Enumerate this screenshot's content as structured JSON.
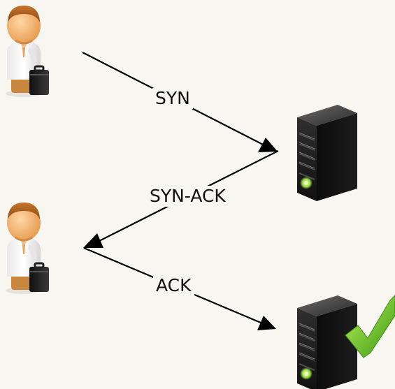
{
  "steps": [
    {
      "label": "SYN"
    },
    {
      "label": "SYN-ACK"
    },
    {
      "label": "ACK"
    }
  ],
  "icons": {
    "client": "person-with-briefcase-icon",
    "server": "server-tower-icon",
    "confirm": "green-checkmark-icon"
  },
  "colors": {
    "background": "#f7f6f0",
    "server_led": "#9be24a",
    "check": "#5fbf1f"
  }
}
